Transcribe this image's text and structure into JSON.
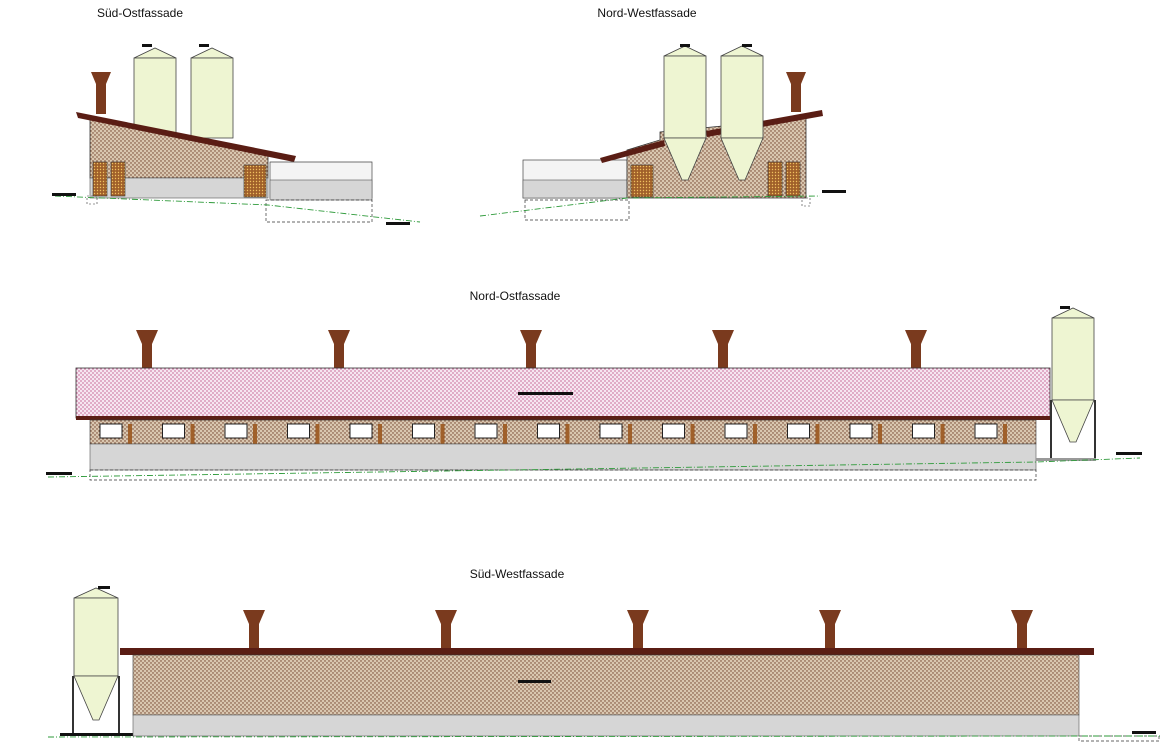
{
  "drawing": {
    "views": [
      {
        "id": "sued-ost",
        "title": "Süd-Ostfassade"
      },
      {
        "id": "nord-west",
        "title": "Nord-Westfassade"
      },
      {
        "id": "nord-ost",
        "title": "Nord-Ostfassade"
      },
      {
        "id": "sued-west",
        "title": "Süd-Westfassade"
      }
    ]
  },
  "colors": {
    "roof": "#5a1d14",
    "brick_fill": "#d9c7b0",
    "brick_dots": "#6b3a24",
    "roof_tile_fill": "#f3e3ef",
    "roof_tile_dots": "#b0306e",
    "silo": "#eef5d2",
    "ventilator": "#7a3a1e",
    "door": "#a0602a",
    "plinth": "#d6d6d6",
    "ground_line": "#2e9a3a"
  }
}
